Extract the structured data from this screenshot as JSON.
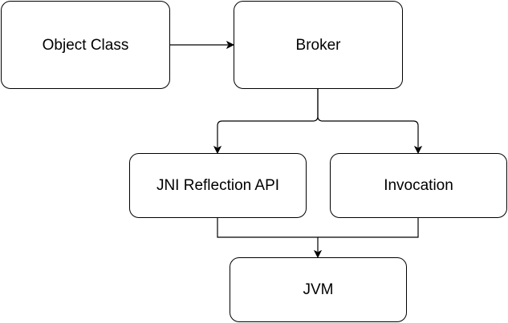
{
  "diagram": {
    "nodes": {
      "object_class": "Object Class",
      "broker": "Broker",
      "jni_reflection_api": "JNI Reflection API",
      "invocation": "Invocation",
      "jvm": "JVM"
    },
    "edges": [
      {
        "from": "object_class",
        "to": "broker"
      },
      {
        "from": "broker",
        "to": "jni_reflection_api"
      },
      {
        "from": "broker",
        "to": "invocation"
      },
      {
        "from": "jni_reflection_api",
        "to": "jvm"
      },
      {
        "from": "invocation",
        "to": "jvm"
      }
    ],
    "colors": {
      "stroke": "#000000",
      "fill": "#ffffff",
      "text": "#000000"
    }
  }
}
